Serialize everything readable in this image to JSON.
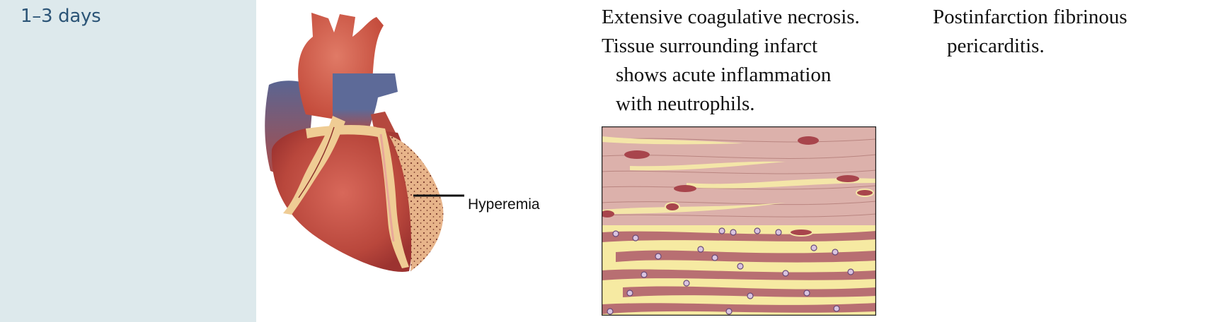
{
  "stage": {
    "label": "1–3 days"
  },
  "gross": {
    "callout_label": "Hyperemia"
  },
  "microscopic": {
    "lines": [
      "Extensive coagulative necrosis.",
      "Tissue surrounding infarct",
      "shows acute inflammation",
      "with neutrophils."
    ]
  },
  "complications": {
    "lines": [
      "Postinfarction fibrinous",
      "pericarditis."
    ]
  },
  "colors": {
    "stage_column_bg": "#dde9ec",
    "stage_text": "#2c5577"
  }
}
